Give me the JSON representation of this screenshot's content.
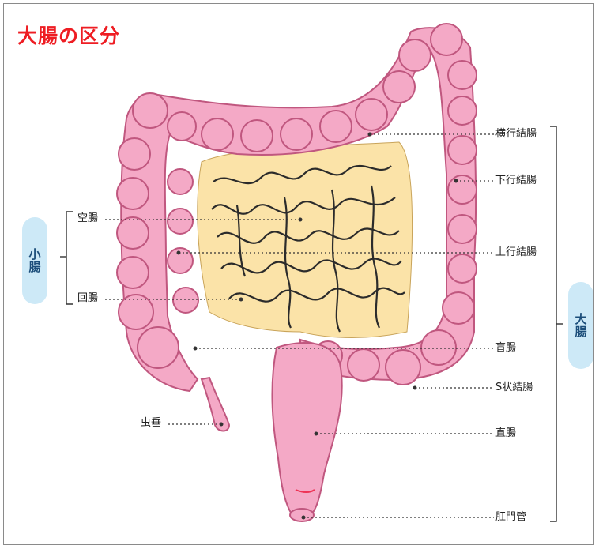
{
  "title": "大腸の区分",
  "groups": {
    "small_intestine": "小腸",
    "large_intestine": "大腸"
  },
  "labels": {
    "jejunum": "空腸",
    "ileum": "回腸",
    "appendix": "虫垂",
    "transverse_colon": "横行結腸",
    "descending_colon": "下行結腸",
    "ascending_colon": "上行結腸",
    "cecum": "盲腸",
    "sigmoid_colon": "S状結腸",
    "rectum": "直腸",
    "anal_canal": "肛門管"
  },
  "colors": {
    "title": "#ee1d23",
    "colon_fill": "#f4a9c6",
    "colon_stroke": "#c0577f",
    "small_intestine_fill": "#fbe3a8",
    "pill_fill": "#cde9f7"
  }
}
